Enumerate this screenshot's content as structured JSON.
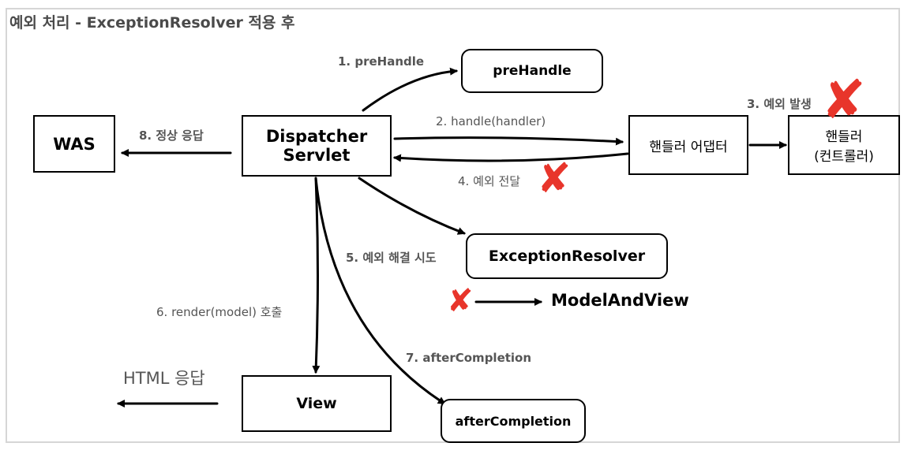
{
  "title": "예외 처리 - ExceptionResolver 적용 후",
  "boxes": {
    "was": "WAS",
    "dispatcher_line1": "Dispatcher",
    "dispatcher_line2": "Servlet",
    "prehandle": "preHandle",
    "adapter": "핸들러 어댑터",
    "handler_line1": "핸들러",
    "handler_line2": "(컨트롤러)",
    "resolver": "ExceptionResolver",
    "view": "View",
    "aftercompletion": "afterCompletion"
  },
  "labels": {
    "step1": "1. preHandle",
    "step2": "2. handle(handler)",
    "step3": "3. 예외 발생",
    "step4": "4. 예외 전달",
    "step5": "5. 예외 해결 시도",
    "step6": "6. render(model) 호출",
    "step7": "7. afterCompletion",
    "step8": "8. 정상 응답",
    "html_response": "HTML 응답",
    "model_and_view": "ModelAndView"
  },
  "marks": {
    "cross": "✘"
  },
  "colors": {
    "cross": "#e8352b",
    "label": "#555555",
    "title": "#4a4a4a"
  }
}
